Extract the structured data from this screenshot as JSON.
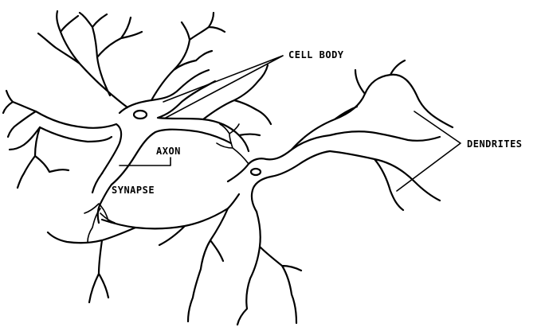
{
  "labels": {
    "cell_body": "CELL BODY",
    "axon": "AXON",
    "synapse": "SYNAPSE",
    "dendrites": "DENDRITES"
  },
  "colors": {
    "line": "#000000",
    "background": "#ffffff"
  }
}
